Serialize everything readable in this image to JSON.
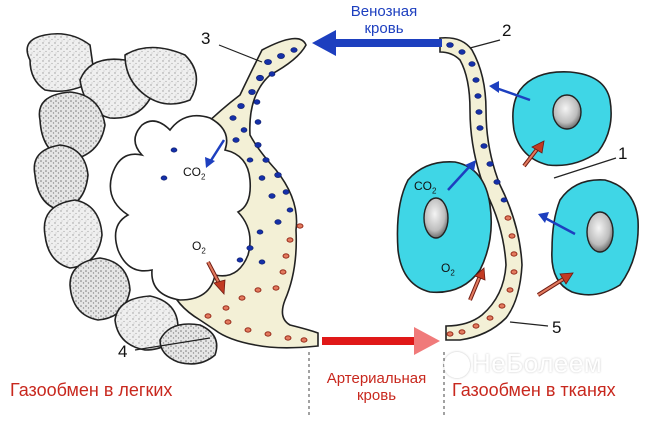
{
  "labels": {
    "n1": "1",
    "n2": "2",
    "n3": "3",
    "n4": "4",
    "n5": "5"
  },
  "venous_blood": [
    "Венозная",
    "кровь"
  ],
  "arterial_blood": [
    "Артериальная",
    "кровь"
  ],
  "captions": {
    "lungs": "Газообмен в легких",
    "tissues": "Газообмен в тканях"
  },
  "gases": {
    "lung_co2": {
      "base": "CO",
      "sub": "2"
    },
    "lung_o2": {
      "base": "O",
      "sub": "2"
    },
    "tissue_co2": {
      "base": "CO",
      "sub": "2"
    },
    "tissue_o2": {
      "base": "O",
      "sub": "2"
    }
  },
  "watermark": "НеБолеем",
  "colors": {
    "cell": "#3fd6e6",
    "vein_arrow": "#1d3fbf",
    "artery_arrow": "#e01818",
    "erythrocyte_blue": "#1530a8",
    "erythrocyte_red": "#c23a22",
    "caption": "#c8281e"
  },
  "icons": [
    "watermark-logo-icon"
  ]
}
